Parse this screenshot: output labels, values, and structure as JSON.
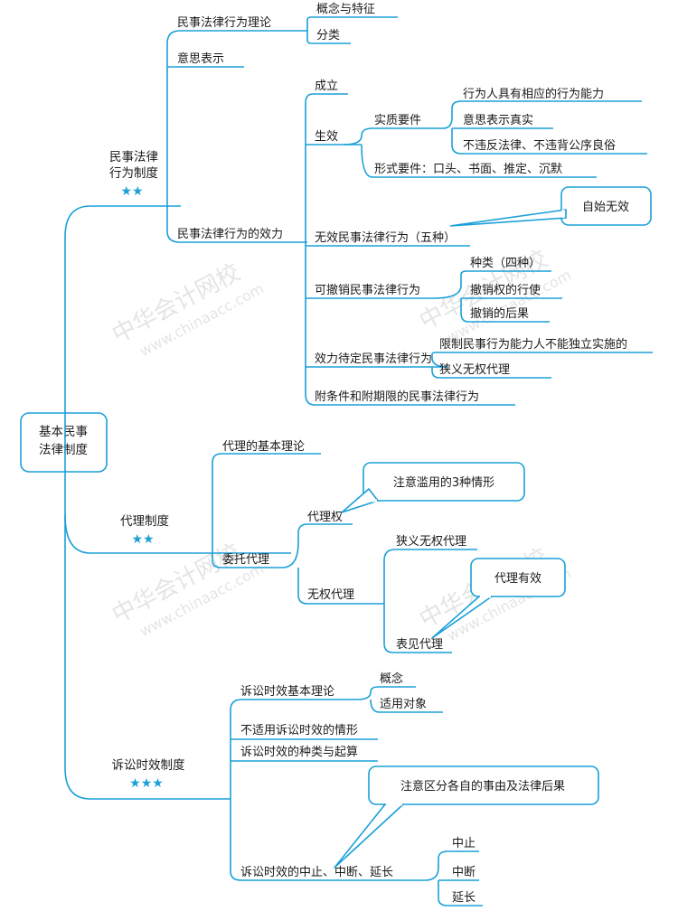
{
  "watermark": {
    "cn": "中华会计网校",
    "url": "www.chinaacc.com"
  },
  "root": {
    "line1": "基本民事",
    "line2": "法律制度"
  },
  "branch1": {
    "line1": "民事法律",
    "line2": "行为制度",
    "stars": "★★",
    "theory": "民事法律行为理论",
    "concept": "概念与特征",
    "classify": "分类",
    "intent": "意思表示",
    "effect": "民事法律行为的效力",
    "establish": "成立",
    "valid": "生效",
    "substantive": "实质要件",
    "capacity": "行为人具有相应的行为能力",
    "genuine": "意思表示真实",
    "legal": "不违反法律、不违背公序良俗",
    "formal": "形式要件：口头、书面、推定、沉默",
    "void": "无效民事法律行为（五种）",
    "void_callout": "自始无效",
    "revocable": "可撤销民事法律行为",
    "types": "种类（四种）",
    "exercise": "撤销权的行使",
    "consequence": "撤销的后果",
    "pending": "效力待定民事法律行为",
    "limited": "限制民事行为能力人不能独立实施的",
    "unauthorized": "狭义无权代理",
    "conditional": "附条件和附期限的民事法律行为"
  },
  "branch2": {
    "title": "代理制度",
    "stars": "★★",
    "basic": "代理的基本理论",
    "entrusted": "委托代理",
    "power": "代理权",
    "abuse_callout": "注意滥用的3种情形",
    "unauthorized": "无权代理",
    "narrow": "狭义无权代理",
    "apparent": "表见代理",
    "valid_callout": "代理有效"
  },
  "branch3": {
    "title": "诉讼时效制度",
    "stars": "★★★",
    "theory": "诉讼时效基本理论",
    "concept": "概念",
    "applicable": "适用对象",
    "not_applicable": "不适用诉讼时效的情形",
    "kinds": "诉讼时效的种类与起算",
    "distinguish_callout": "注意区分各自的事由及法律后果",
    "suspension": "诉讼时效的中止、中断、延长",
    "halt": "中止",
    "interrupt": "中断",
    "extend": "延长"
  },
  "colors": {
    "line": "#1aa0d8",
    "text": "#1a1a1a",
    "star": "#1aa0d8"
  }
}
